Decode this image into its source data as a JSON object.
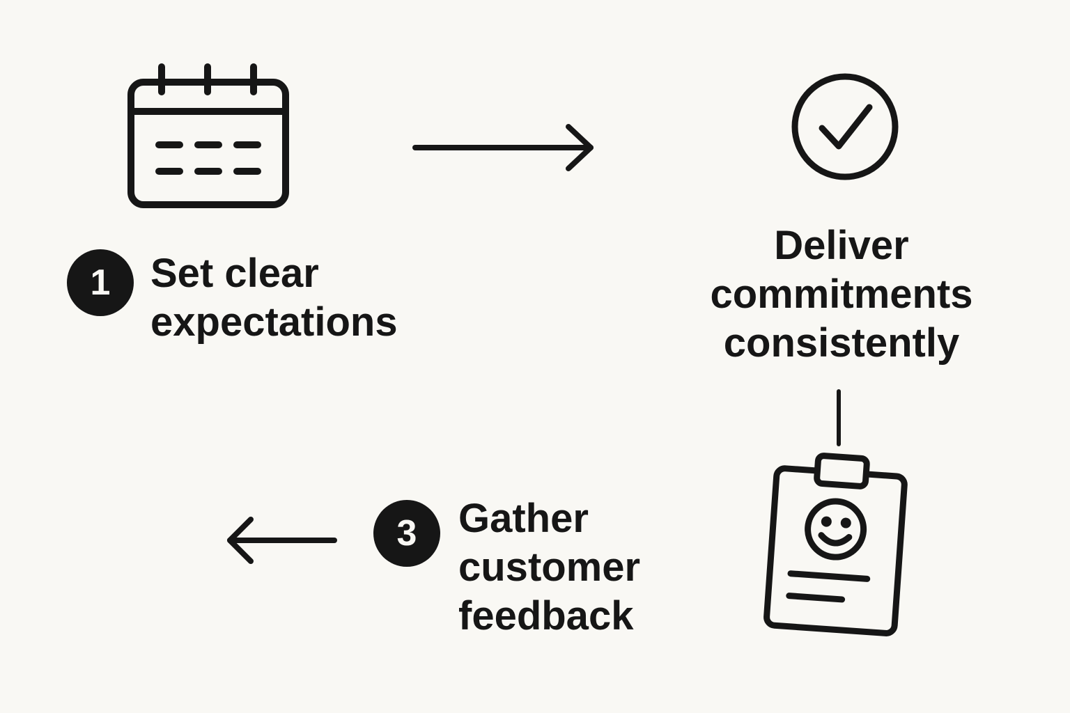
{
  "steps": [
    {
      "number": "1",
      "label_lines": [
        "Set clear",
        "expectations"
      ],
      "icon": "calendar-icon"
    },
    {
      "number": "",
      "label_lines": [
        "Deliver",
        "commitments",
        "consistently"
      ],
      "icon": "checkmark-circle-icon"
    },
    {
      "number": "3",
      "label_lines": [
        "Gather",
        "customer",
        "feedback"
      ],
      "icon": "feedback-clipboard-smiley-icon"
    }
  ],
  "connectors": [
    {
      "from": "step-1",
      "to": "step-2",
      "icon": "arrow-right-icon"
    },
    {
      "from": "step-2",
      "to": "step-3",
      "icon": "vertical-line-connector"
    },
    {
      "from": "step-3",
      "to": "step-1",
      "icon": "arrow-left-icon"
    }
  ],
  "colors": {
    "background": "#f9f8f4",
    "ink": "#161616"
  }
}
